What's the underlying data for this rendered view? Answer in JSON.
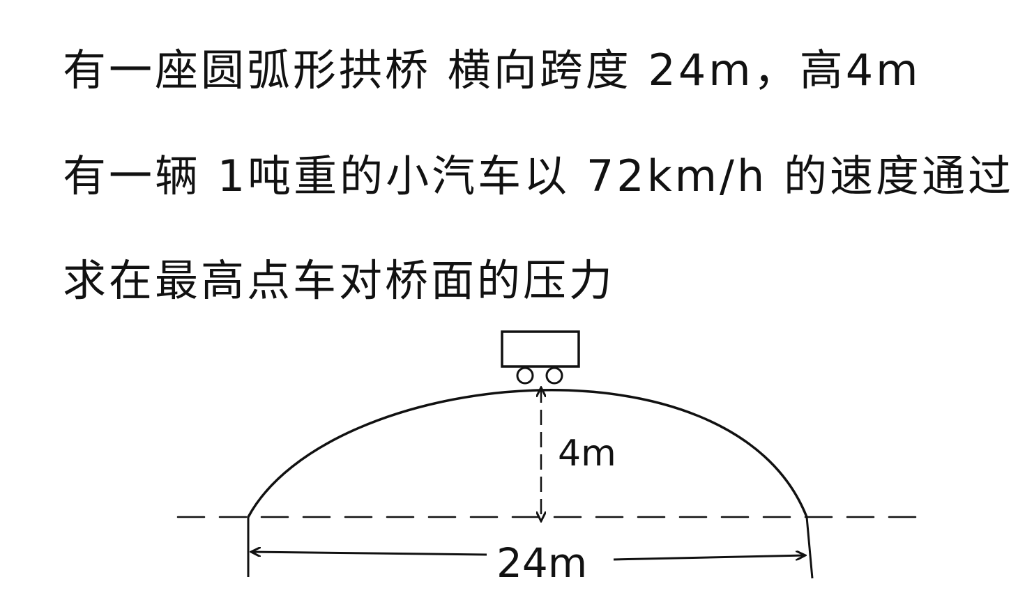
{
  "problem": {
    "line_1": "有一座圆弧形拱桥  横向跨度 24m，高4m",
    "line_2": "有一辆 1吨重的小汽车以 72km/h 的速度通过",
    "line_3": "求在最高点车对桥面的压力"
  },
  "diagram": {
    "height_label": "4m",
    "span_label": "24m"
  }
}
